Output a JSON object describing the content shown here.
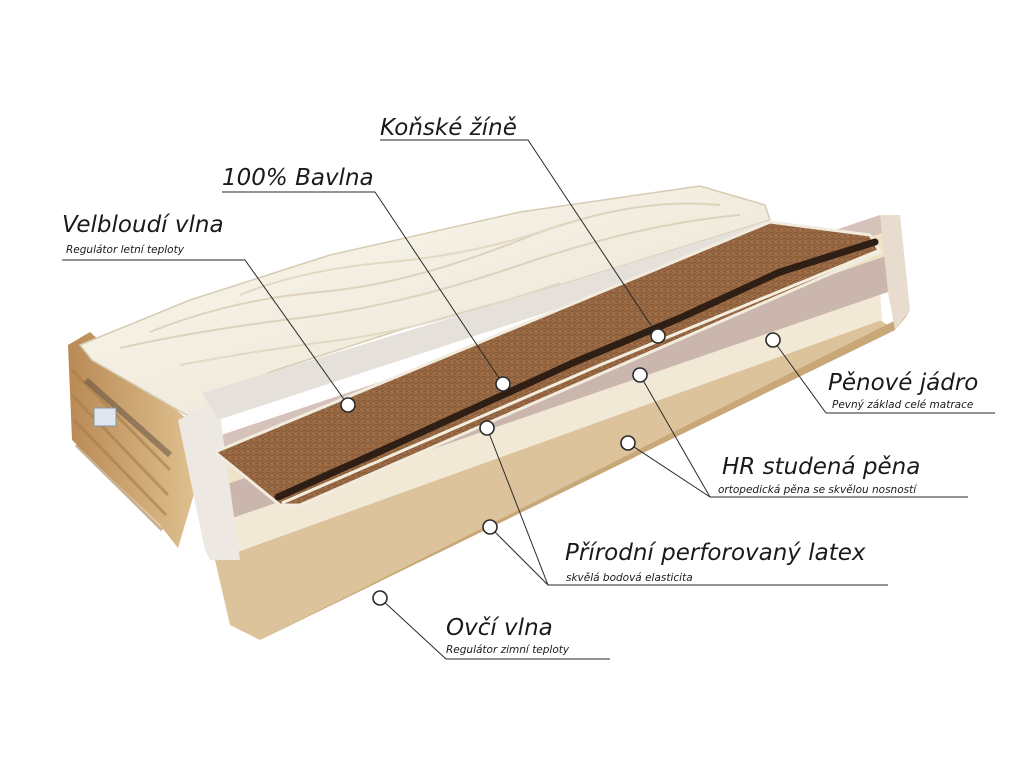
{
  "callouts": {
    "konske_zine": {
      "title": "Koňské žíně",
      "subtitle": ""
    },
    "bavlna": {
      "title": "100% Bavlna",
      "subtitle": ""
    },
    "velbloudi_vlna": {
      "title": "Velbloudí vlna",
      "subtitle": "Regulátor letní teploty"
    },
    "penove_jadro": {
      "title": "Pěnové jádro",
      "subtitle": "Pevný základ celé matrace"
    },
    "hr_pena": {
      "title": "HR studená pěna",
      "subtitle": "ortopedická pěna se skvělou nosností"
    },
    "latex": {
      "title": "Přírodní perforovaný latex",
      "subtitle": "skvělá bodová elasticita"
    },
    "ovci_vlna": {
      "title": "Ovčí vlna",
      "subtitle": "Regulátor zimní teploty"
    }
  },
  "colors": {
    "coconut": "#9a6a44",
    "horsehair": "#2e1e14",
    "cover": "#f4efe2",
    "foam_cream": "#efe4cc",
    "foam_mauve": "#c7b2ab",
    "wool_base": "#d9c09a",
    "leader_line": "#2a2a2a"
  }
}
